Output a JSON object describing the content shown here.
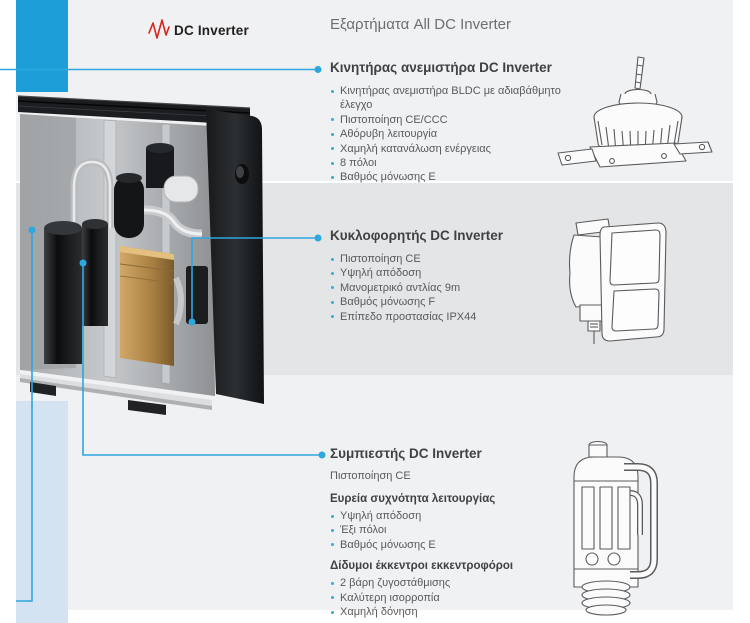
{
  "logo": {
    "text": "DC Inverter",
    "waveform_icon": "red-zigzag-waveform",
    "waveform_color": "#d9261c"
  },
  "title": "Εξαρτήματα All DC Inverter",
  "sections": [
    {
      "id": "fan-motor",
      "heading": "Κινητήρας ανεμιστήρα DC Inverter",
      "bullets": [
        "Κινητήρας ανεμιστήρα BLDC με αδιαβάθμητο έλεγχο",
        "Πιστοποίηση CE/CCC",
        "Αθόρυβη λειτουργία",
        "Χαμηλή κατανάλωση ενέργειας",
        "8 πόλοι",
        "Βαθμός μόνωσης Ε"
      ],
      "illustration": "fan-motor-line-drawing"
    },
    {
      "id": "circulator-pump",
      "heading": "Κυκλοφορητής DC Inverter",
      "bullets": [
        "Πιστοποίηση CE",
        "Υψηλή απόδοση",
        "Μανομετρικό αντλίας 9m",
        "Βαθμός μόνωσης F",
        "Επίπεδο προστασίας IPX44"
      ],
      "illustration": "circulator-pump-line-drawing"
    },
    {
      "id": "compressor",
      "heading": "Συμπιεστής DC Inverter",
      "intro": "Πιστοποίηση CE",
      "subsections": [
        {
          "subheading": "Ευρεία συχνότητα λειτουργίας",
          "bullets": [
            "Υψηλή απόδοση",
            "Έξι πόλοι",
            "Βαθμός μόνωσης Ε"
          ]
        },
        {
          "subheading": "Δίδυμοι έκκεντροι εκκεντροφόροι",
          "bullets": [
            "2 βάρη ζυγοστάθμισης",
            "Καλύτερη ισορροπία",
            "Χαμηλή δόνηση"
          ]
        }
      ],
      "illustration": "compressor-cutaway-line-drawing"
    }
  ],
  "colors": {
    "accent_blue": "#2ea6de",
    "blue_bar": "#1d9ed9",
    "pale_blue_box": "#d4e3f2",
    "band_light": "#f0f1f2",
    "band_mid": "#e4e5e7",
    "heading_text": "#3f4143",
    "body_text": "#58595b",
    "title_text": "#6d6e71",
    "logo_red": "#d9261c"
  }
}
